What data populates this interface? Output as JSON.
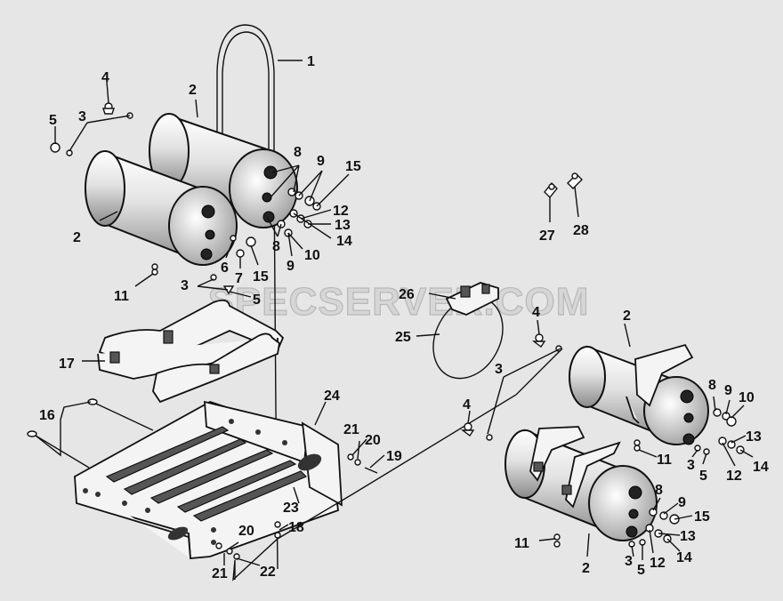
{
  "watermark": "SPECSERVER.COM",
  "labels": {
    "l1": "1",
    "l2a": "2",
    "l2b": "2",
    "l2c": "2",
    "l2d": "2",
    "l3a": "3",
    "l3b": "3",
    "l3c": "3",
    "l3d": "3",
    "l3e": "3",
    "l4a": "4",
    "l4b": "4",
    "l4c": "4",
    "l5a": "5",
    "l5b": "5",
    "l5c": "5",
    "l5d": "5",
    "l6": "6",
    "l7": "7",
    "l8a": "8",
    "l8b": "8",
    "l8c": "8",
    "l8d": "8",
    "l9a": "9",
    "l9b": "9",
    "l9c": "9",
    "l9d": "9",
    "l10a": "10",
    "l10b": "10",
    "l11a": "11",
    "l11b": "11",
    "l11c": "11",
    "l12a": "12",
    "l12b": "12",
    "l12c": "12",
    "l13a": "13",
    "l13b": "13",
    "l13c": "13",
    "l14a": "14",
    "l14b": "14",
    "l14c": "14",
    "l15a": "15",
    "l15b": "15",
    "l15c": "15",
    "l16": "16",
    "l17": "17",
    "l18": "18",
    "l19": "19",
    "l20a": "20",
    "l20b": "20",
    "l21a": "21",
    "l21b": "21",
    "l22": "22",
    "l23": "23",
    "l24": "24",
    "l25": "25",
    "l26": "26",
    "l27": "27",
    "l28": "28"
  }
}
